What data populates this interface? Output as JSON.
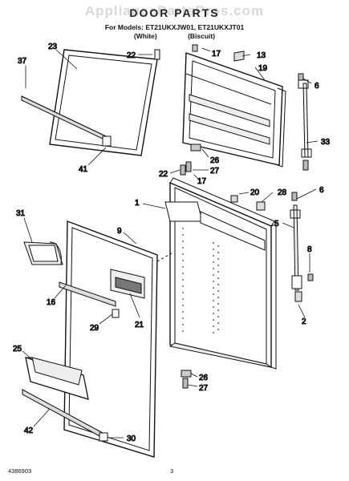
{
  "header": {
    "watermark": "AppliancePartsPros.com",
    "title": "DOOR PARTS",
    "models": "For Models: ET21UKXJW01, ET21UKXJT01",
    "variant_white": "(White)",
    "variant_biscuit": "(Biscuit)"
  },
  "footer": {
    "doc_number": "4386903",
    "page_number": "3"
  },
  "callouts": {
    "c37": "37",
    "c23": "23",
    "c22a": "22",
    "c17a": "17",
    "c13": "13",
    "c19": "19",
    "c6a": "6",
    "c41": "41",
    "c26a": "26",
    "c27a": "27",
    "c33": "33",
    "c22b": "22",
    "c17b": "17",
    "c1": "1",
    "c20": "20",
    "c28": "28",
    "c6b": "6",
    "c31": "31",
    "c9": "9",
    "c5": "5",
    "c8": "8",
    "c16": "16",
    "c21": "21",
    "c29": "29",
    "c2": "2",
    "c25": "25",
    "c26b": "26",
    "c27b": "27",
    "c42": "42",
    "c30": "30"
  }
}
